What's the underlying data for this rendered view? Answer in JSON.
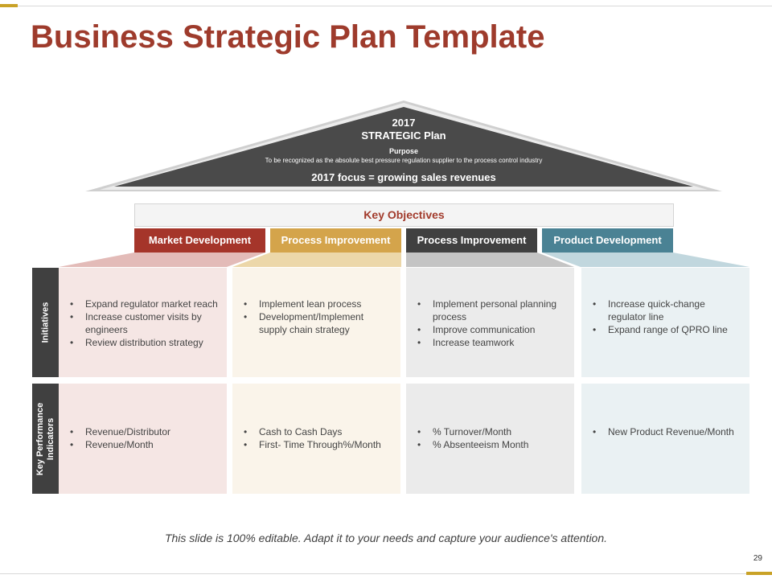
{
  "title": "Business Strategic Plan Template",
  "roof": {
    "year": "2017",
    "plan": "STRATEGIC Plan",
    "purpose_label": "Purpose",
    "purpose_text": "To be recognized as the absolute best pressure regulation supplier to the process control industry",
    "focus": "2017 focus = growing sales revenues"
  },
  "objectives_label": "Key Objectives",
  "tabs": [
    {
      "label": "Market Development",
      "color": "#a5352a"
    },
    {
      "label": "Process Improvement",
      "color": "#d4a44b"
    },
    {
      "label": "Process Improvement",
      "color": "#404040"
    },
    {
      "label": "Product Development",
      "color": "#4a8294"
    }
  ],
  "rows": {
    "initiatives_label": "Initiatives",
    "kpi_label_line1": "Key Performance",
    "kpi_label_line2": "Indicators"
  },
  "initiatives": [
    [
      "Expand regulator market reach",
      "Increase customer visits by engineers",
      "Review distribution strategy"
    ],
    [
      "Implement lean process",
      "Development/Implement supply chain strategy"
    ],
    [
      "Implement personal planning process",
      "Improve communication",
      "Increase teamwork"
    ],
    [
      "Increase quick-change regulator line",
      "Expand range of QPRO line"
    ]
  ],
  "kpis": [
    [
      "Revenue/Distributor",
      "Revenue/Month"
    ],
    [
      "Cash to Cash Days",
      "First- Time Through%/Month"
    ],
    [
      "% Turnover/Month",
      "% Absenteeism Month"
    ],
    [
      "New Product Revenue/Month"
    ]
  ],
  "colors": {
    "col_light": [
      "#f5e6e4",
      "#faf4ea",
      "#ebebeb",
      "#eaf1f3"
    ],
    "funnel": [
      "#e3bbb8",
      "#ecd7a9",
      "#c4c4c4",
      "#c1d7de"
    ],
    "roof_dark": "#4a4a4a",
    "title": "#9e3b2c"
  },
  "footer": "This slide is 100% editable. Adapt it to your needs and capture your audience's attention.",
  "page_number": "29"
}
